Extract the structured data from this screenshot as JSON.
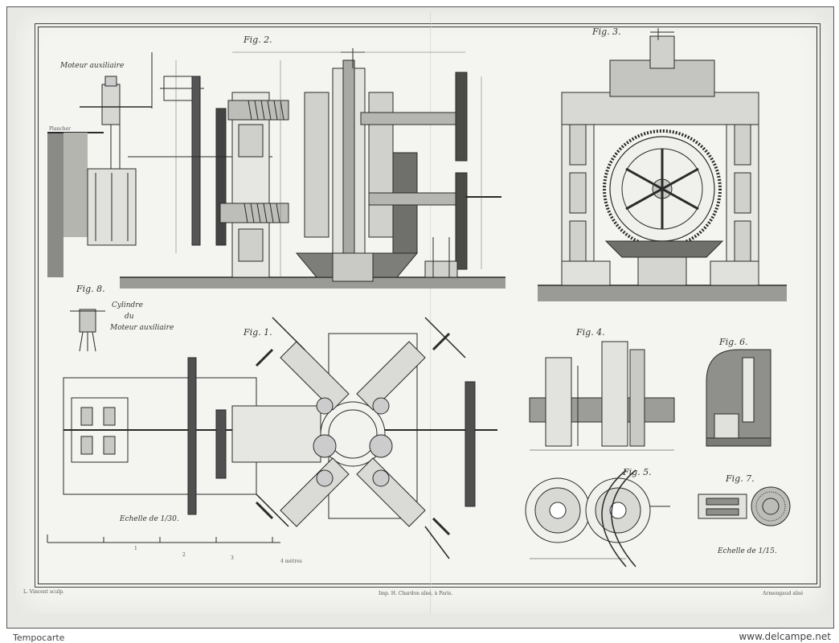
{
  "figures": {
    "fig2": "Fig. 2.",
    "fig3": "Fig. 3.",
    "fig8": "Fig. 8.",
    "fig1": "Fig. 1.",
    "fig4": "Fig. 4.",
    "fig6": "Fig. 6.",
    "fig5": "Fig. 5.",
    "fig7": "Fig. 7."
  },
  "notes": {
    "moteur": "Moteur auxiliaire",
    "plancher": "Plancher",
    "cylindre_line1": "Cylindre",
    "cylindre_line2": "du",
    "cylindre_line3": "Moteur auxiliaire",
    "echelle_left": "Echelle de 1/30.",
    "echelle_right": "Echelle de 1/15.",
    "scale_metres": "4 mètres"
  },
  "scale_ticks": [
    "1",
    "2",
    "3"
  ],
  "credits": {
    "engraver": "L. Vincent sculp.",
    "printer": "Imp. H. Chardon aîné, à Paris.",
    "author": "Armengaud aîné"
  },
  "watermark": {
    "left": "Tempocarte",
    "right": "www.delcampe.net"
  }
}
